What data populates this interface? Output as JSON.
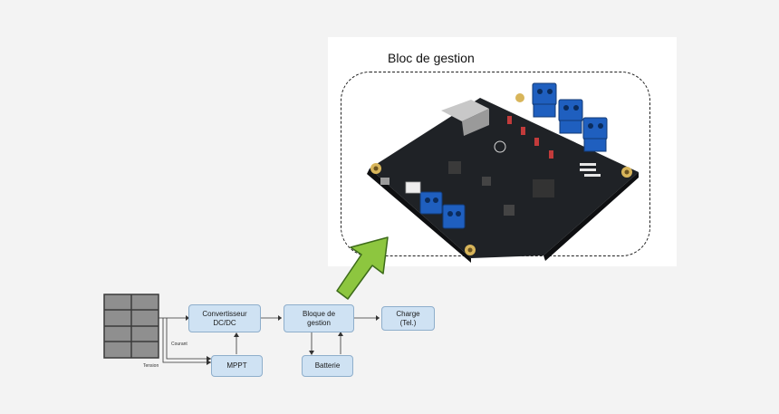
{
  "photo": {
    "title": "Bloc de gestion"
  },
  "diagram": {
    "boxes": {
      "converter": "Convertisseur\nDC/DC",
      "management": "Bloque de\ngestion",
      "load": "Charge\n(Tel.)",
      "mppt": "MPPT",
      "battery": "Batterie"
    },
    "labels": {
      "current": "Courant",
      "voltage": "Tension"
    }
  },
  "colors": {
    "box_fill": "#cfe2f3",
    "box_border": "#8eaecb",
    "arrow_fill": "#8dc63f",
    "arrow_stroke": "#3d6b1a",
    "pcb": "#1f2226",
    "terminal_blue": "#1f5fbf"
  }
}
